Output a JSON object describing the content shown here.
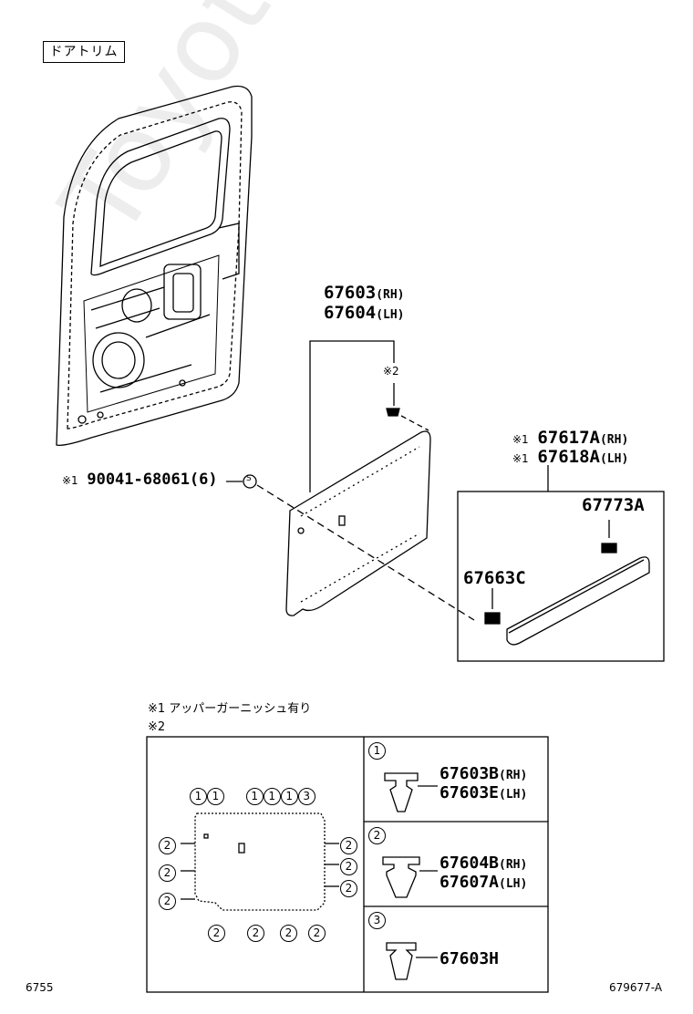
{
  "header": {
    "title": "ドアトリム"
  },
  "parts": {
    "trim_rh": "67603",
    "trim_lh": "67604",
    "trim_rh_suffix": "(RH)",
    "trim_lh_suffix": "(LH)",
    "clip_ref": "※2",
    "screw_mark": "※1",
    "screw": "90041-68061(6)",
    "screw_symbol": "S",
    "garnish_mark1": "※1",
    "garnish_mark2": "※1",
    "garnish_rh": "67617A",
    "garnish_lh": "67618A",
    "garnish_rh_suffix": "(RH)",
    "garnish_lh_suffix": "(LH)",
    "clip_a": "67773A",
    "clip_c": "67663C"
  },
  "notes": {
    "note1": "※1 アッパーガーニッシュ有り",
    "note2": "※2"
  },
  "legend": {
    "items": [
      {
        "num": "1",
        "rh": "67603B",
        "lh": "67603E",
        "rh_suffix": "(RH)",
        "lh_suffix": "(LH)"
      },
      {
        "num": "2",
        "rh": "67604B",
        "lh": "67607A",
        "rh_suffix": "(RH)",
        "lh_suffix": "(LH)"
      },
      {
        "num": "3",
        "rh": "67603H"
      }
    ],
    "top_labels": [
      "1",
      "1",
      "1",
      "1",
      "1",
      "3"
    ],
    "left_labels": [
      "2",
      "2",
      "2"
    ],
    "right_labels": [
      "2",
      "2",
      "2"
    ],
    "bottom_labels": [
      "2",
      "2",
      "2",
      "2"
    ]
  },
  "footer": {
    "left": "6755",
    "right": "679677-A"
  },
  "watermark": "ToyotaCarMine.ru"
}
